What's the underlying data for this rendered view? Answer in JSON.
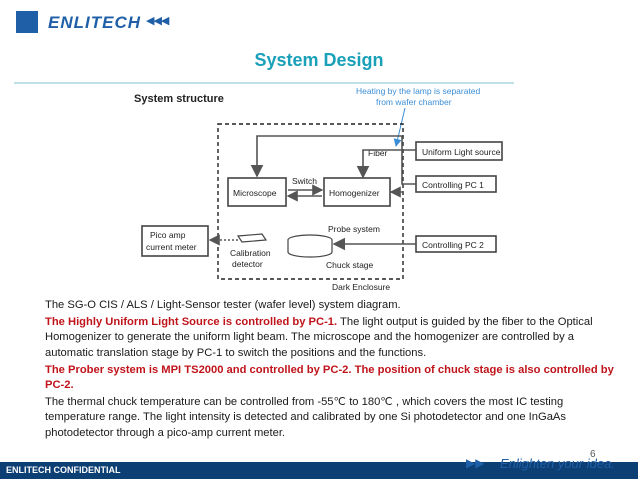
{
  "header": {
    "logo_text": "ENLITECH",
    "logo_arrows": "◀◀◀"
  },
  "slide": {
    "title": "System Design",
    "page_number": "6"
  },
  "diagram": {
    "heading": "System structure",
    "note_line1": "Heating by the lamp is separated",
    "note_line2": "from wafer chamber",
    "fiber": "Fiber",
    "uniform_light_source": "Uniform Light source",
    "controlling_pc1": "Controlling PC 1",
    "controlling_pc2": "Controlling PC 2",
    "microscope": "Microscope",
    "switch": "Switch",
    "homogenizer": "Homogenizer",
    "probe_system": "Probe system",
    "chuck_stage": "Chuck stage",
    "pico_amp_line1": "Pico amp",
    "pico_amp_line2": "current meter",
    "calibration_line1": "Calibration",
    "calibration_line2": "detector",
    "dark_enclosure": "Dark Enclosure",
    "colors": {
      "note": "#3b8ed6",
      "line": "#555555"
    }
  },
  "body": {
    "p1": "The SG-O CIS / ALS / Light-Sensor tester (wafer level) system diagram.",
    "p2_red": "The Highly Uniform Light Source is controlled by PC-1.",
    "p2_rest": " The light output is guided by the fiber to the Optical Homogenizer to generate the uniform light beam. The microscope and the homogenizer are controlled by a automatic translation stage by PC-1 to switch the positions and the functions.",
    "p3_red": "The Prober system is MPI TS2000 and controlled by PC-2. The position of chuck stage is also controlled by PC-2.",
    "p4": "The thermal chuck temperature can be controlled from -55℃ to  180℃ , which covers the most IC testing temperature range. The light intensity is detected and calibrated by one Si photodetector and one InGaAs photodetector through a pico-amp current meter."
  },
  "footer": {
    "left": "ENLITECH CONFIDENTIAL",
    "arrows": "▶▶",
    "right": "Enlighten your idea."
  },
  "colors": {
    "brand": "#1f5fa8",
    "title": "#1aa0b8",
    "footer_bar": "#0c3f73",
    "red": "#c0141b"
  }
}
